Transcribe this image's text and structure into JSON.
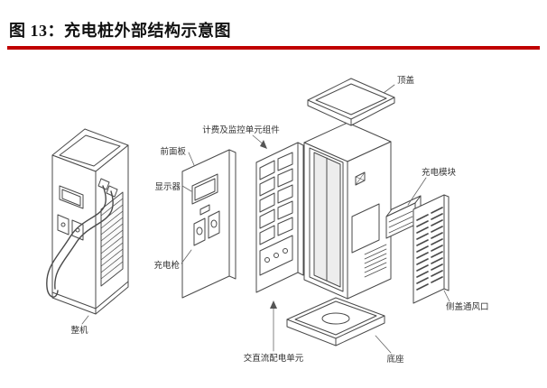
{
  "figure": {
    "title": "图 13：充电桩外部结构示意图"
  },
  "diagram": {
    "labels": {
      "top_cover": "顶盖",
      "billing_monitor_unit": "计费及监控单元组件",
      "front_panel": "前面板",
      "display": "显示器",
      "charging_module": "充电模块",
      "charging_gun": "充电枪",
      "side_vent": "侧盖通风口",
      "whole_machine": "整机",
      "ac_dc_unit": "交直流配电单元",
      "base": "底座"
    }
  },
  "colors": {
    "accent_red": "#c00000",
    "line": "#4a4a4a",
    "label_text": "#333333"
  }
}
